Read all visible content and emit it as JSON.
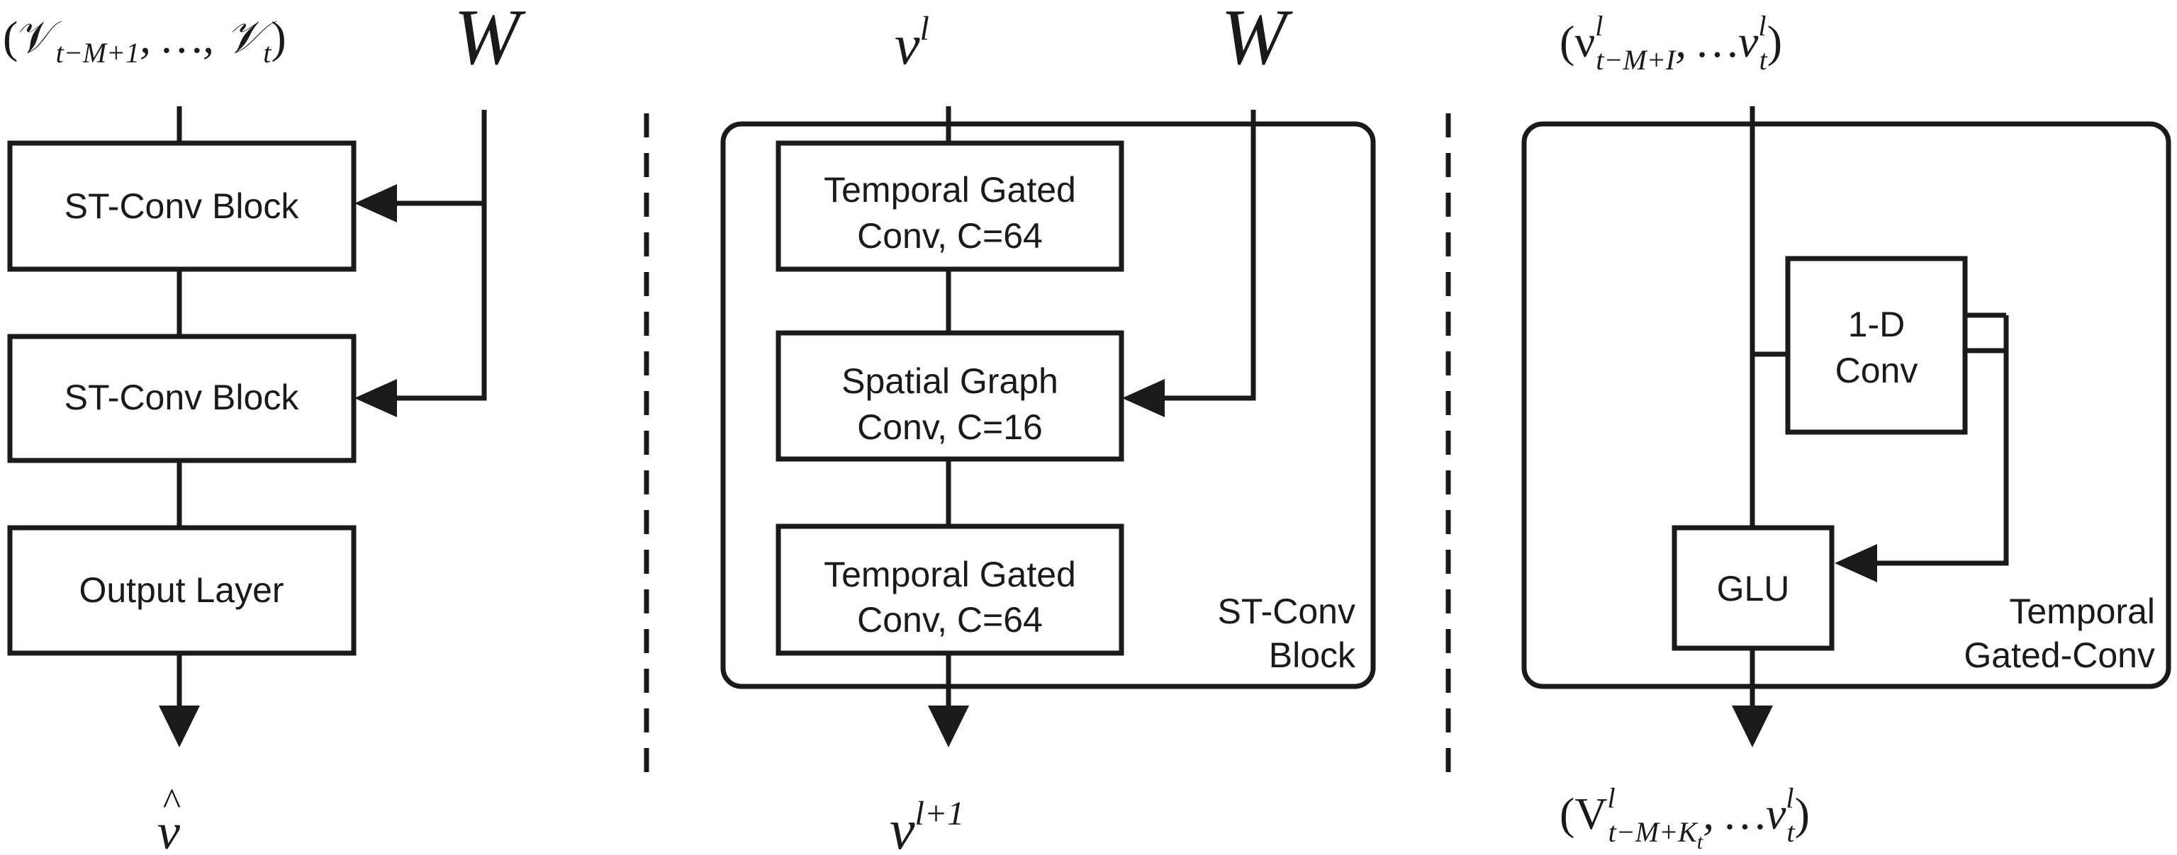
{
  "left": {
    "input_label": "(𝒱t−M+1, …, 𝒱t)",
    "input_main": "(𝒱",
    "input_sub1": "t−M+1",
    "input_mid": ", …, 𝒱",
    "input_sub2": "t",
    "input_end": ")",
    "w_label": "W",
    "blocks": [
      "ST-Conv Block",
      "ST-Conv Block",
      "Output Layer"
    ],
    "output_base": "ν",
    "output_hat": "^"
  },
  "middle": {
    "input_base": "ν",
    "input_sup": "l",
    "w_label": "W",
    "blocks": [
      [
        "Temporal Gated",
        "Conv, C=64"
      ],
      [
        "Spatial Graph",
        "Conv, C=16"
      ],
      [
        "Temporal Gated",
        "Conv, C=64"
      ]
    ],
    "frame_label": [
      "ST-Conv",
      "Block"
    ],
    "output_base": "ν",
    "output_sup": "l+1"
  },
  "right": {
    "input_open": "(ν",
    "input_sup1": "l",
    "input_sub1": "t−M+I",
    "input_mid": ", …ν",
    "input_sup2": "l",
    "input_sub2": "t",
    "input_close": ")",
    "conv_block": [
      "1-D",
      "Conv"
    ],
    "glu_block": "GLU",
    "frame_label": [
      "Temporal",
      "Gated-Conv"
    ],
    "output_open": "(V",
    "output_sup1": "l",
    "output_sub1": "t−M+K",
    "output_subsub": "t",
    "output_mid": ", …ν",
    "output_sup2": "l",
    "output_sub2": "t",
    "output_close": ")"
  }
}
